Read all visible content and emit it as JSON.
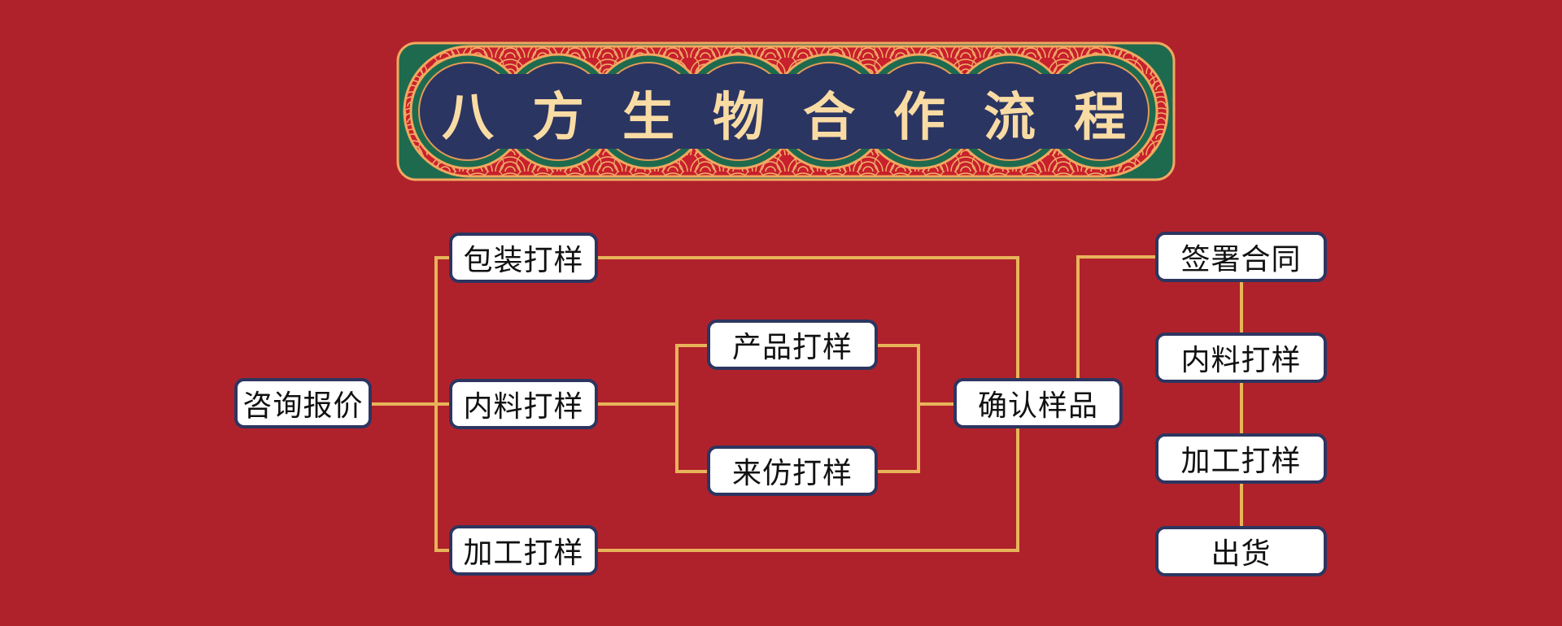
{
  "title": {
    "chars": [
      "八",
      "方",
      "生",
      "物",
      "合",
      "作",
      "流",
      "程"
    ],
    "text": "八方生物合作流程"
  },
  "nodes": {
    "consult": "咨询报价",
    "packaging_sample": "包装打样",
    "material_sample": "内料打样",
    "processing_sample": "加工打样",
    "product_sample": "产品打样",
    "imitation_sample": "来仿打样",
    "confirm_sample": "确认样品",
    "sign_contract": "签署合同",
    "material_sample_2": "内料打样",
    "processing_sample_2": "加工打样",
    "shipment": "出货"
  },
  "colors": {
    "background": "#b0222b",
    "connector": "#e8b45a",
    "box_border": "#2d3560",
    "banner_navy": "#2b3562",
    "banner_green": "#1e6a4e",
    "banner_gold": "#f9dca4"
  }
}
